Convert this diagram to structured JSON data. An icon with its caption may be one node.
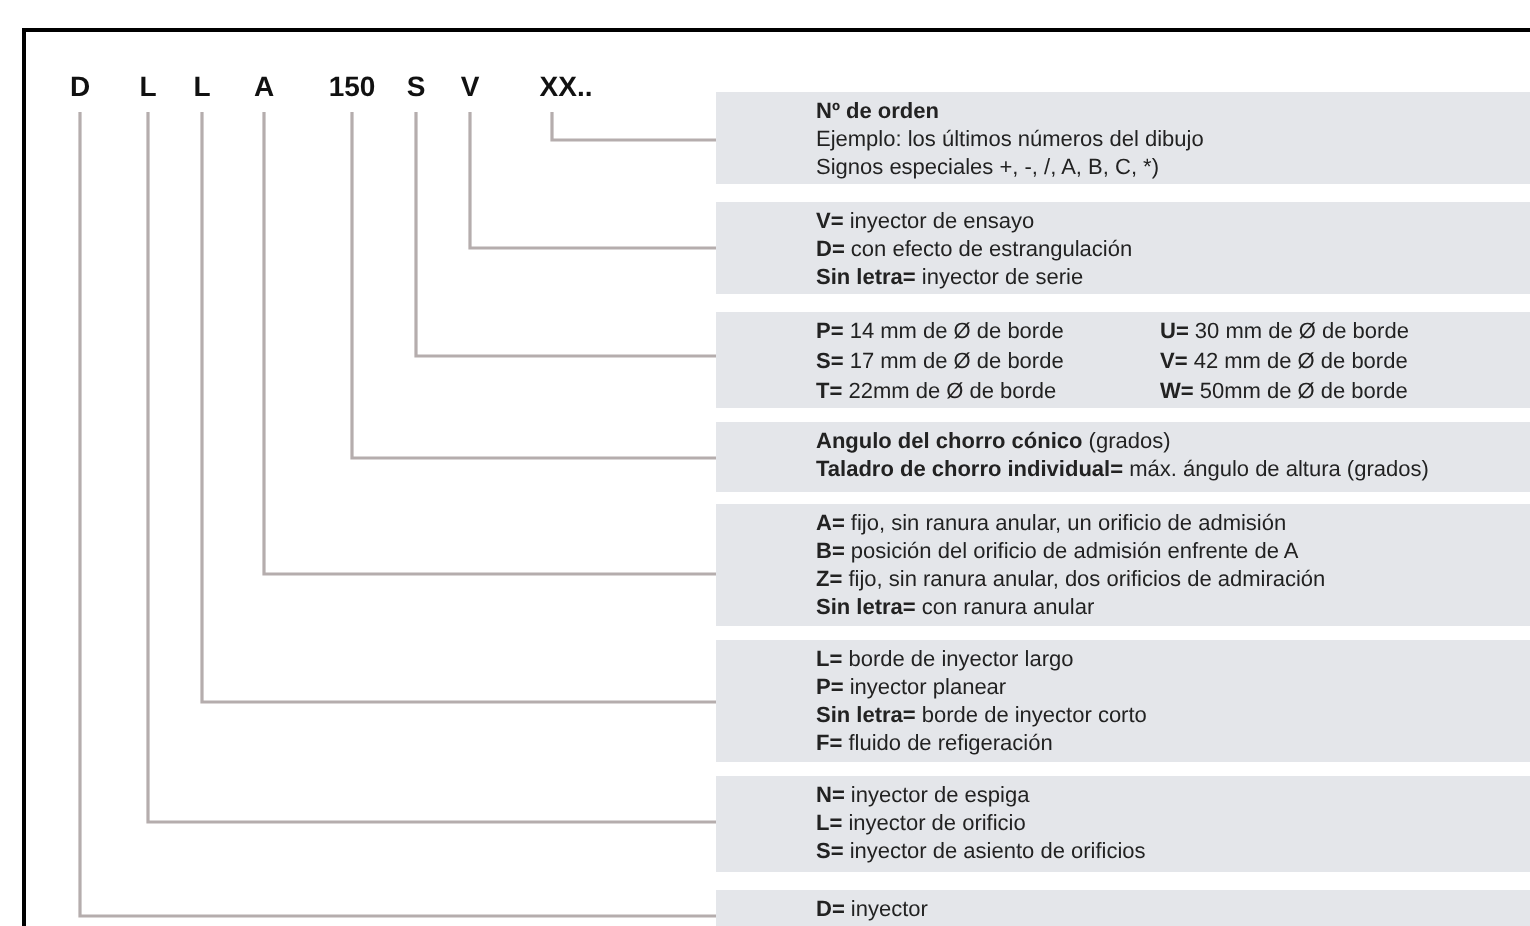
{
  "diagram": {
    "nodes": [
      {
        "text": [
          "D"
        ]
      },
      {
        "text": [
          "L"
        ]
      },
      {
        "text": [
          "L"
        ]
      },
      {
        "text": [
          "A"
        ]
      },
      {
        "text": [
          "150"
        ]
      },
      {
        "text": [
          "S"
        ]
      },
      {
        "text": [
          "V"
        ]
      },
      {
        "text": [
          "XX.."
        ]
      },
      {
        "text": [
          "**Nº de orden**",
          "Ejemplo: los últimos números del dibujo",
          "Signos especiales +, -, /, A, B, C, *)"
        ]
      },
      {
        "text": [
          "**V=** inyector de ensayo",
          "**D=** con efecto de estrangulación",
          "**Sin letra=** inyector de serie"
        ]
      },
      {
        "text": [
          "**P=** 14 mm de Ø de borde",
          "**U=** 30 mm de Ø de borde",
          "**S=** 17 mm de Ø de borde",
          "**V=** 42 mm de Ø de borde",
          "**T=** 22mm de Ø de borde",
          "**W=** 50mm de Ø de borde"
        ]
      },
      {
        "text": [
          "**Angulo del chorro cónico** (grados)",
          "**Taladro de chorro individual=** máx. ángulo de altura (grados)"
        ]
      },
      {
        "text": [
          "**A=** fijo, sin ranura anular, un orificio de admisión",
          "**B=** posición del orificio de admisión enfrente de A",
          "**Z=** fijo, sin ranura anular, dos orificios de admiración",
          "**Sin letra=** con ranura anular"
        ]
      },
      {
        "text": [
          "**L=** borde de inyector largo",
          "**P=** inyector planear",
          "**Sin letra=** borde de inyector corto",
          "**F=** fluido de refigeración"
        ]
      },
      {
        "text": [
          "**N=** inyector de espiga",
          "**L=** inyector de orificio",
          "**S=** inyector de asiento de orificios"
        ]
      },
      {
        "text": [
          "**D=** inyector"
        ]
      }
    ],
    "edges": [
      {
        "from": 7,
        "to": 8,
        "arrow": "none"
      },
      {
        "from": 6,
        "to": 9,
        "arrow": "none"
      },
      {
        "from": 5,
        "to": 10,
        "arrow": "none"
      },
      {
        "from": 4,
        "to": 11,
        "arrow": "none"
      },
      {
        "from": 3,
        "to": 12,
        "arrow": "none"
      },
      {
        "from": 2,
        "to": 13,
        "arrow": "none"
      },
      {
        "from": 1,
        "to": 14,
        "arrow": "none"
      },
      {
        "from": 0,
        "to": 15,
        "arrow": "none"
      }
    ]
  }
}
